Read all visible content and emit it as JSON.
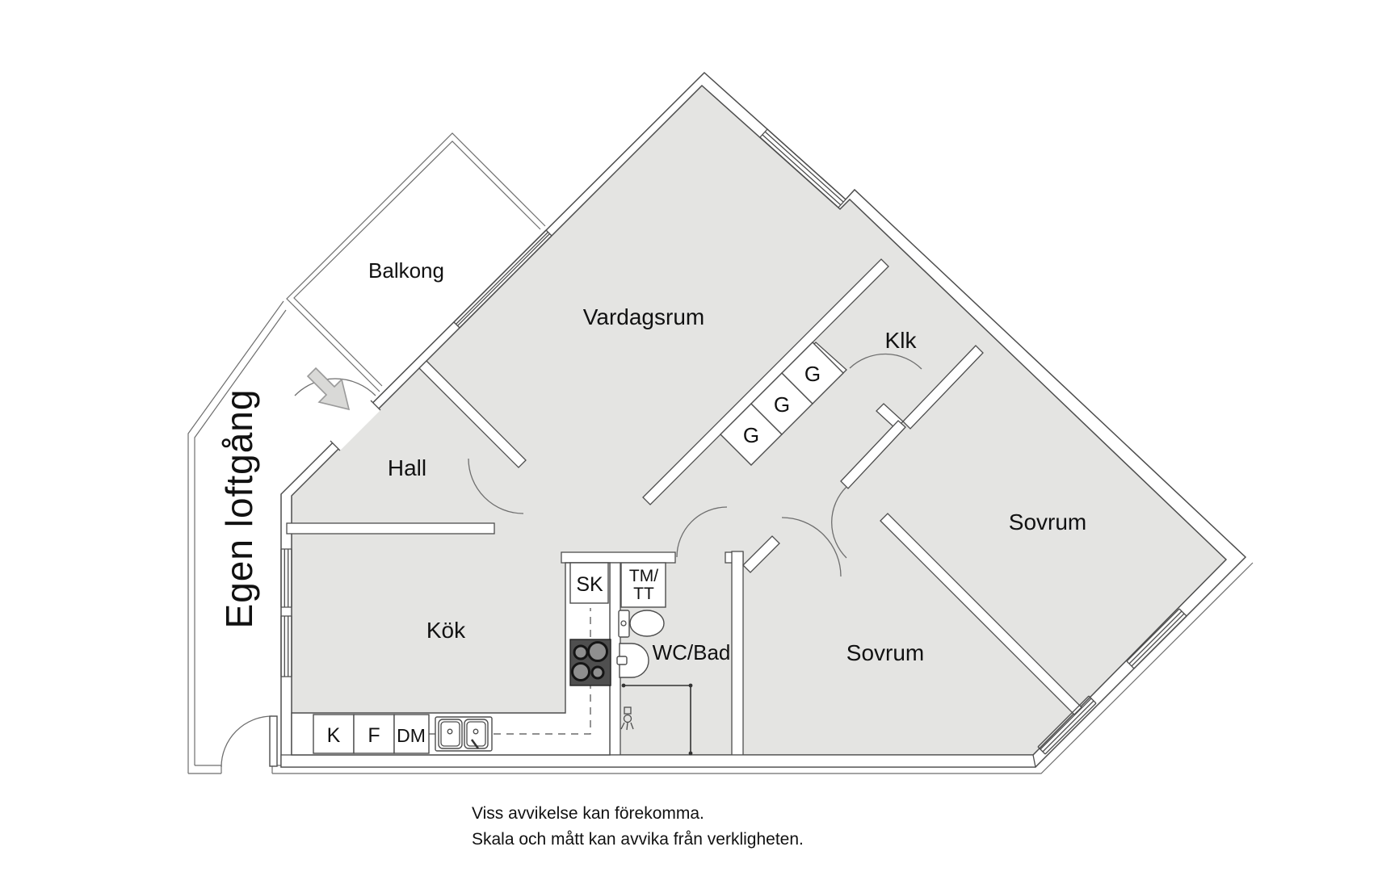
{
  "floorplan": {
    "rooms": {
      "balkong": "Balkong",
      "vardagsrum": "Vardagsrum",
      "klk": "Klk",
      "hall": "Hall",
      "sovrum_east": "Sovrum",
      "sovrum_south": "Sovrum",
      "kok": "Kök",
      "wc_bad": "WC/Bad",
      "loftgang": "Egen loftgång"
    },
    "closets": {
      "g1": "G",
      "g2": "G",
      "g3": "G",
      "sk": "SK",
      "tm": "TM/",
      "tt": "TT"
    },
    "appliances": {
      "k": "K",
      "f": "F",
      "dm": "DM"
    },
    "disclaimer": {
      "line1": "Viss avvikelse kan förekomma.",
      "line2": "Skala och mått kan avvika från verkligheten."
    },
    "colors": {
      "background": "#ffffff",
      "room_fill": "#e4e4e2",
      "wall_fill": "#ffffff",
      "line": "#4d4d4d",
      "thin_line": "#6e6e6e",
      "stove": "#4f4f4f",
      "burner": "#8f8f8f",
      "arrow_fill": "#d9d9d7",
      "arrow_stroke": "#9a9a9a",
      "text": "#111111"
    }
  }
}
